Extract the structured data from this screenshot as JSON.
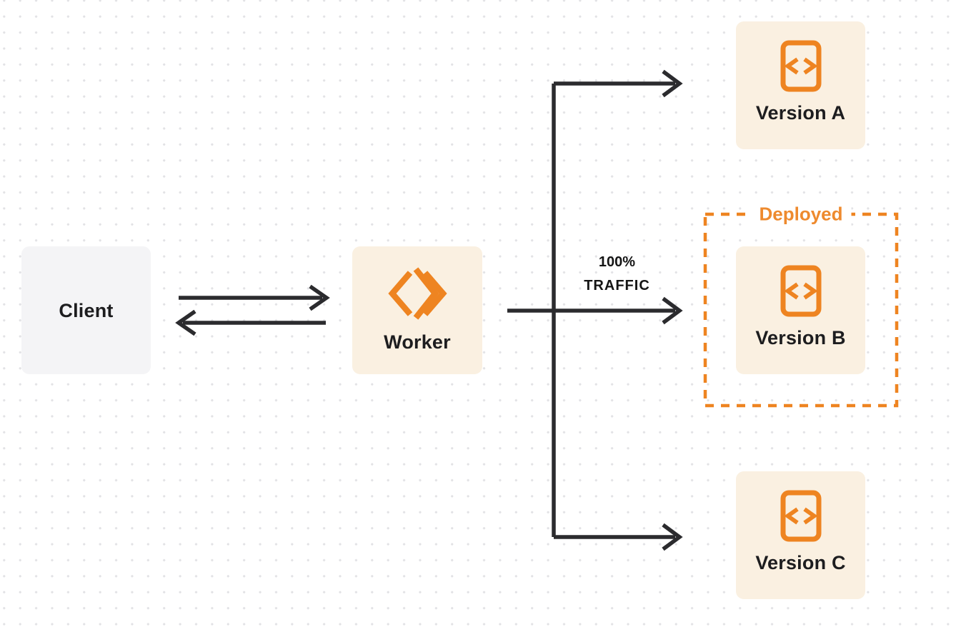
{
  "colors": {
    "background": "#ffffff",
    "dot_grid": "#e2e2e5",
    "accent_orange": "#ee8421",
    "cream_box_fill": "#faf0e1",
    "gray_box_fill": "#f4f4f6",
    "arrow_line": "#2b2b2e",
    "text_dark": "#1d1d1f"
  },
  "nodes": {
    "client": {
      "label": "Client"
    },
    "worker": {
      "label": "Worker",
      "icon": "workers-double-chevron-icon"
    },
    "version_a": {
      "label": "Version A",
      "icon": "code-page-icon"
    },
    "version_b": {
      "label": "Version B",
      "icon": "code-page-icon"
    },
    "version_c": {
      "label": "Version C",
      "icon": "code-page-icon"
    }
  },
  "flow_labels": {
    "traffic_percent": "100%",
    "traffic_word": "TRAFFIC",
    "deployed": "Deployed"
  },
  "edges": [
    {
      "from": "client",
      "to": "worker",
      "type": "arrow-right"
    },
    {
      "from": "worker",
      "to": "client",
      "type": "arrow-left"
    },
    {
      "from": "worker",
      "to": "version_a",
      "type": "arrow"
    },
    {
      "from": "worker",
      "to": "version_b",
      "type": "arrow",
      "label": "100% TRAFFIC"
    },
    {
      "from": "worker",
      "to": "version_c",
      "type": "arrow"
    }
  ]
}
